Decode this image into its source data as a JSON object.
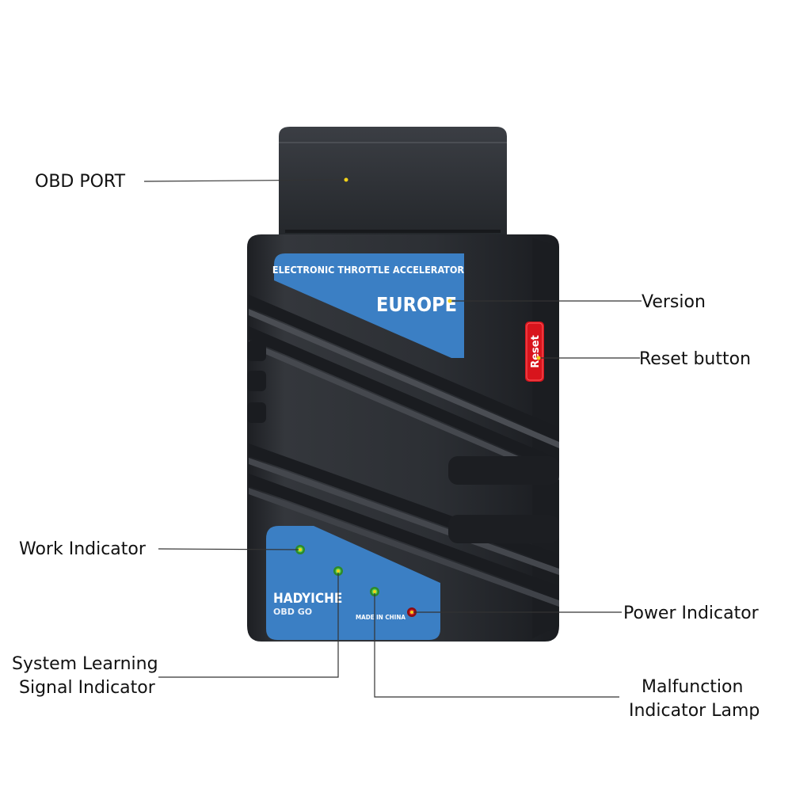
{
  "callouts": {
    "obd_port": "OBD PORT",
    "version": "Version",
    "reset_button": "Reset button",
    "work_indicator": "Work Indicator",
    "power_indicator": "Power Indicator",
    "system_learning_line1": "System Learning",
    "system_learning_line2": "Signal Indicator",
    "malfunction_line1": "Malfunction",
    "malfunction_line2": "Indicator Lamp"
  },
  "device": {
    "top_label": "ELECTRONIC THROTTLE ACCELERATOR",
    "version_label": "EUROPE",
    "reset_label": "Reset",
    "brand": "HADYICHE",
    "model": "OBD GO",
    "origin": "MADE IN CHINA"
  },
  "colors": {
    "body": "#2b2e33",
    "label_blue": "#3b7fc4",
    "reset_red": "#d8141c",
    "led_green": "#3fae3a",
    "led_red": "#c0141a",
    "pointer_dot": "#f2d21a"
  }
}
